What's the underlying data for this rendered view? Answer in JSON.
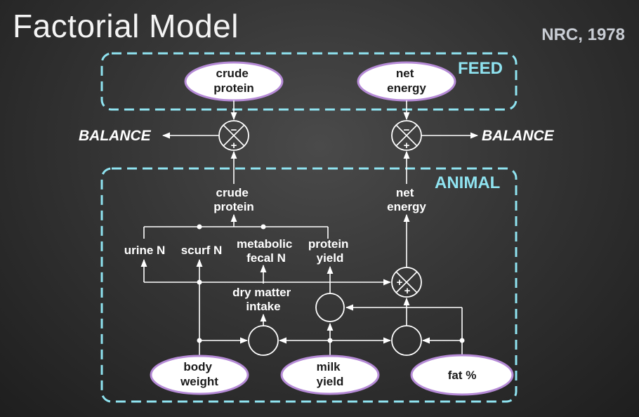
{
  "title": "Factorial Model",
  "citation": "NRC, 1978",
  "sections": {
    "feed": "FEED",
    "animal": "ANIMAL"
  },
  "feed": {
    "crude_protein": [
      "crude",
      "protein"
    ],
    "net_energy": [
      "net",
      "energy"
    ]
  },
  "balance_left": "BALANCE",
  "balance_right": "BALANCE",
  "comparators": {
    "minus": "−",
    "plus": "+"
  },
  "animal": {
    "crude_protein": [
      "crude",
      "protein"
    ],
    "net_energy": [
      "net",
      "energy"
    ],
    "urine_n": "urine N",
    "scurf_n": "scurf N",
    "metabolic_fecal_n": [
      "metabolic",
      "fecal N"
    ],
    "protein_yield": [
      "protein",
      "yield"
    ],
    "dry_matter_intake": [
      "dry matter",
      "intake"
    ]
  },
  "inputs": {
    "body_weight": [
      "body",
      "weight"
    ],
    "milk_yield": [
      "milk",
      "yield"
    ],
    "fat_pct": "fat %"
  }
}
